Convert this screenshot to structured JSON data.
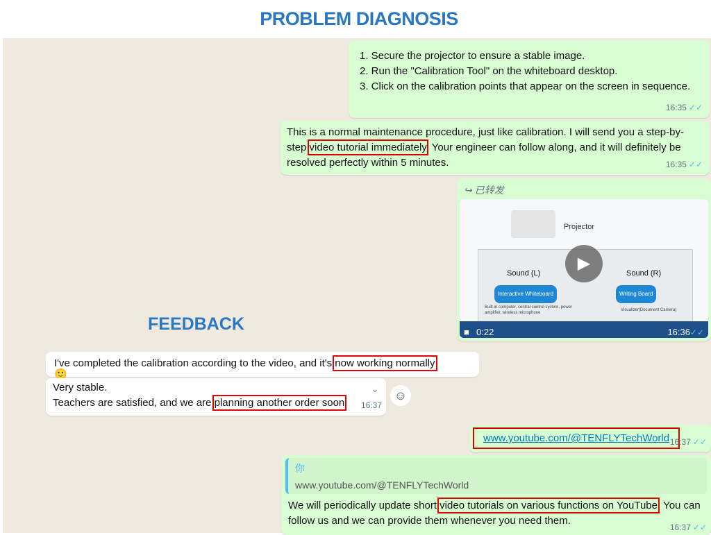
{
  "header": {
    "title": "PROBLEM DIAGNOSIS"
  },
  "feedback_label": "FEEDBACK",
  "messages": {
    "steps": {
      "items": [
        "1. Secure the projector to ensure a stable image.",
        "2. Run the \"Calibration Tool\" on the whiteboard desktop.",
        "3. Click on the calibration points that appear on the screen in sequence."
      ],
      "time": "16:35"
    },
    "maintenance": {
      "pre": "This is a normal maintenance procedure, just like calibration. I will send you a step-by-step ",
      "hl": "video tutorial immediately",
      "post": ". Your engineer can follow along, and it will definitely be resolved perfectly within 5 minutes.",
      "time": "16:35"
    },
    "video": {
      "forwarded": "已转发",
      "duration": "0:22",
      "time": "16:36",
      "labels": {
        "projector": "Projector",
        "sound_l": "Sound (L)",
        "sound_r": "Sound (R)",
        "iwb": "Interactive Whiteboard",
        "wb": "Writing Board",
        "left_note": "Built-in computer, central control system, power amplifier, wireless microphone",
        "right_note": "Visualizer(Document Camera)"
      }
    },
    "reply1": {
      "pre": "I've completed the calibration according to the video, and it's ",
      "hl": "now working normally",
      "emoji": "🙂"
    },
    "reply2": {
      "line1": "Very stable.",
      "pre": "Teachers are satisfied, and we are ",
      "hl": "planning another order soon",
      "time": "16:37"
    },
    "link": {
      "url": "www.youtube.com/@TENFLYTechWorld",
      "time": "16:37"
    },
    "final": {
      "quote_author": "你",
      "quote_text": "www.youtube.com/@TENFLYTechWorld",
      "pre": "We will periodically update short ",
      "hl": "video tutorials on various functions on YouTube",
      "post": ". You can follow us and we can provide them whenever you need them.",
      "time": "16:37"
    }
  },
  "colors": {
    "accent": "#2a78c2",
    "outgoing": "#d9fdd3",
    "highlight": "#e30000"
  }
}
